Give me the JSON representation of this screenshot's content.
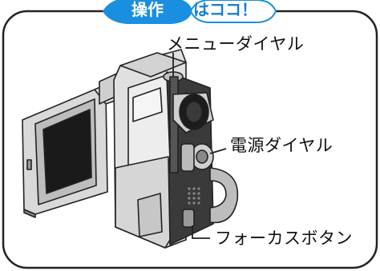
{
  "header": {
    "tab_primary": "操作",
    "tab_secondary": "はココ！",
    "accent_color": "#1a8fe0",
    "secondary_color": "#1a7ed8"
  },
  "callouts": {
    "menu_dial": "メニューダイヤル",
    "power_dial": "電源ダイヤル",
    "focus_button": "フォーカスボタン"
  },
  "illustration": {
    "subject": "camcorder-illustration",
    "lcd_state": "open"
  }
}
